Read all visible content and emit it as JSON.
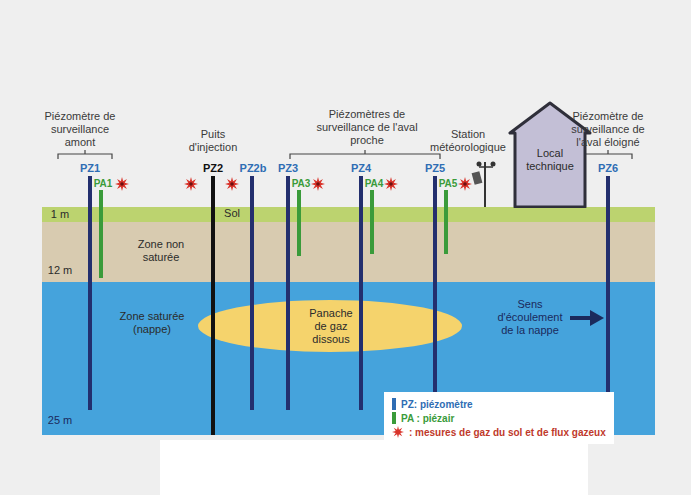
{
  "diagram": {
    "nodes": [
      {
        "text": [
          "Sol"
        ]
      },
      {
        "text": [
          "Zone non saturée"
        ]
      },
      {
        "text": [
          "Zone saturée (nappe)"
        ]
      },
      {
        "text": [
          "Panache de gaz dissous"
        ],
        "in": 2
      },
      {
        "text": [
          "Local technique"
        ]
      }
    ],
    "labels": [
      "Piézomètre de surveillance amont",
      "Puits d'injection",
      "Piézomètres de surveillance de l'aval proche",
      "Station météorologique",
      "Piézomètre de surveillance de l'aval éloigné",
      "PZ1",
      "PA1",
      "PZ2",
      "PZ2b",
      "PZ3",
      "PA3",
      "PZ4",
      "PA4",
      "PZ5",
      "PA5",
      "PZ6",
      "1 m",
      "12 m",
      "25 m",
      "Sens d'écoulement de la nappe"
    ],
    "legend": [
      {
        "text": "PZ: piézomètre",
        "color": "#2e6db4"
      },
      {
        "text": "PA : piézair",
        "color": "#3a9b3a"
      },
      {
        "text": ": mesures de gaz du sol et de flux gazeux"
      }
    ]
  }
}
